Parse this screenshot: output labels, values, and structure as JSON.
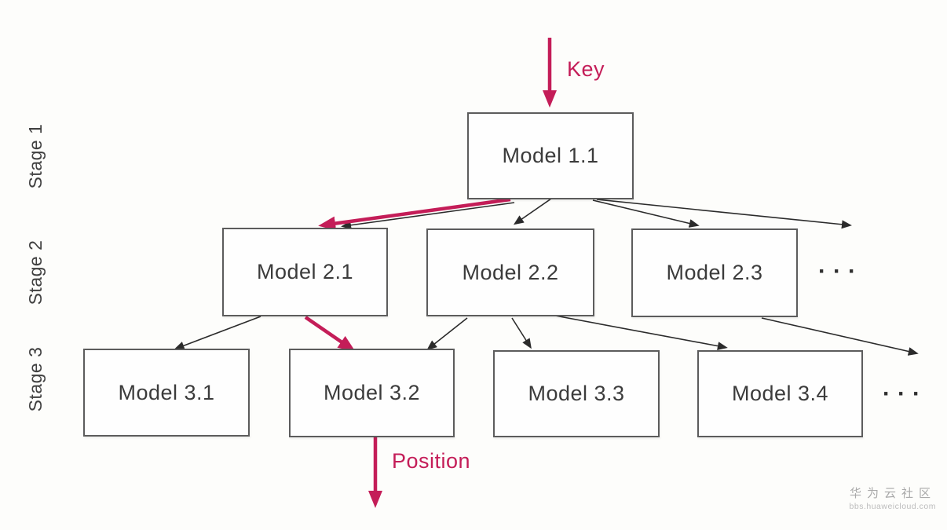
{
  "diagram": {
    "accent_color": "#c41d58",
    "edge_color": "#2b2b2b",
    "stages": [
      {
        "label": "Stage 1"
      },
      {
        "label": "Stage 2"
      },
      {
        "label": "Stage 3"
      }
    ],
    "nodes": [
      {
        "id": "model-1-1",
        "label": "Model 1.1"
      },
      {
        "id": "model-2-1",
        "label": "Model 2.1"
      },
      {
        "id": "model-2-2",
        "label": "Model 2.2"
      },
      {
        "id": "model-2-3",
        "label": "Model 2.3"
      },
      {
        "id": "model-3-1",
        "label": "Model 3.1"
      },
      {
        "id": "model-3-2",
        "label": "Model 3.2"
      },
      {
        "id": "model-3-3",
        "label": "Model 3.3"
      },
      {
        "id": "model-3-4",
        "label": "Model 3.4"
      }
    ],
    "input_label": "Key",
    "output_label": "Position",
    "ellipsis_stage2": "···",
    "ellipsis_stage3": "···",
    "edges": [
      {
        "from": "Key",
        "to": "Model 1.1",
        "highlighted": true
      },
      {
        "from": "Model 1.1",
        "to": "Model 2.1",
        "highlighted": true
      },
      {
        "from": "Model 1.1",
        "to": "Model 2.2",
        "highlighted": false
      },
      {
        "from": "Model 1.1",
        "to": "Model 2.3",
        "highlighted": false
      },
      {
        "from": "Model 1.1",
        "to": "…",
        "highlighted": false
      },
      {
        "from": "Model 2.1",
        "to": "Model 3.1",
        "highlighted": false
      },
      {
        "from": "Model 2.1",
        "to": "Model 3.2",
        "highlighted": true
      },
      {
        "from": "Model 2.2",
        "to": "Model 3.2",
        "highlighted": false
      },
      {
        "from": "Model 2.2",
        "to": "Model 3.3",
        "highlighted": false
      },
      {
        "from": "Model 2.2",
        "to": "Model 3.4",
        "highlighted": false
      },
      {
        "from": "Model 2.3",
        "to": "…",
        "highlighted": false
      },
      {
        "from": "Model 3.2",
        "to": "Position",
        "highlighted": true
      }
    ],
    "highlight_path": [
      "Key",
      "Model 1.1",
      "Model 2.1",
      "Model 3.2",
      "Position"
    ]
  },
  "watermark": {
    "line1": "华为云社区",
    "line2": "bbs.huaweicloud.com"
  }
}
